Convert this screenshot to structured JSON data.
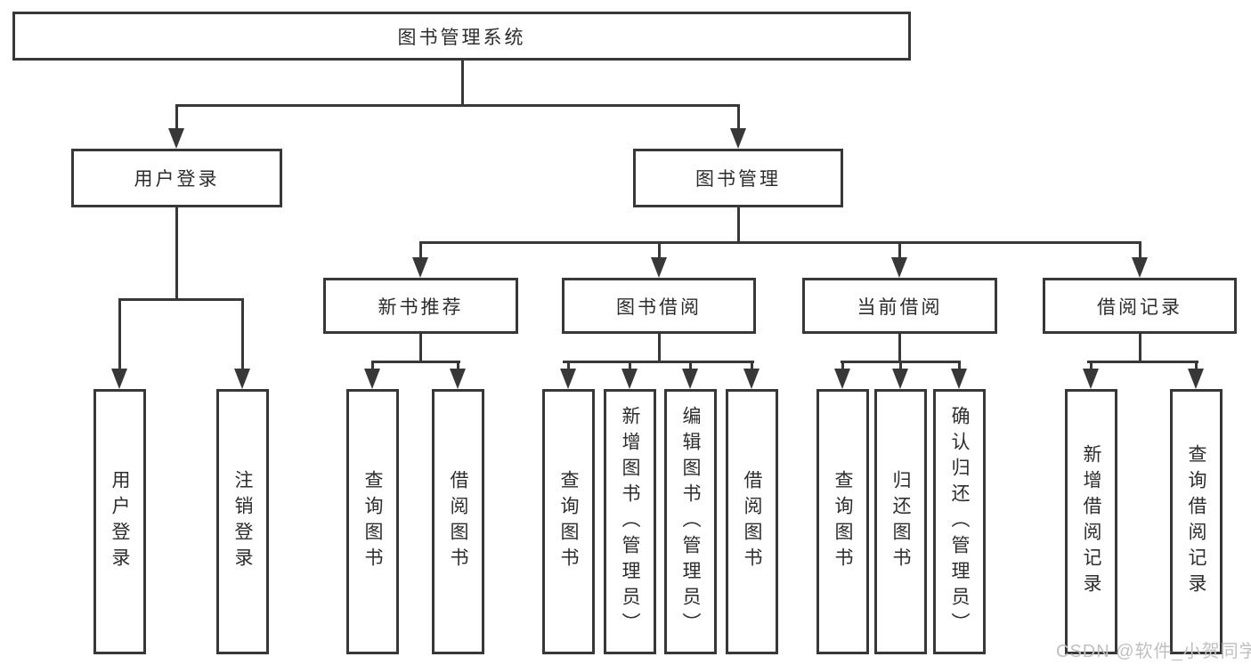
{
  "diagram": {
    "root": {
      "label": "图书管理系统"
    },
    "level2": [
      {
        "id": "user-login",
        "label": "用户登录"
      },
      {
        "id": "book-management",
        "label": "图书管理"
      }
    ],
    "level3": [
      {
        "id": "new-book-recommendation",
        "label": "新书推荐",
        "parent": "图书管理"
      },
      {
        "id": "book-borrowing",
        "label": "图书借阅",
        "parent": "图书管理"
      },
      {
        "id": "current-borrowing",
        "label": "当前借阅",
        "parent": "图书管理"
      },
      {
        "id": "borrowing-records",
        "label": "借阅记录",
        "parent": "图书管理"
      }
    ],
    "leaves": [
      {
        "label": "用户登录",
        "parent": "用户登录"
      },
      {
        "label": "注销登录",
        "parent": "用户登录"
      },
      {
        "label": "查询图书",
        "parent": "新书推荐"
      },
      {
        "label": "借阅图书",
        "parent": "新书推荐"
      },
      {
        "label": "查询图书",
        "parent": "图书借阅"
      },
      {
        "label": "新增图书（管理员）",
        "parent": "图书借阅"
      },
      {
        "label": "编辑图书（管理员）",
        "parent": "图书借阅"
      },
      {
        "label": "借阅图书",
        "parent": "图书借阅"
      },
      {
        "label": "查询图书",
        "parent": "当前借阅"
      },
      {
        "label": "归还图书",
        "parent": "当前借阅"
      },
      {
        "label": "确认归还（管理员）",
        "parent": "当前借阅"
      },
      {
        "label": "新增借阅记录",
        "parent": "借阅记录"
      },
      {
        "label": "查询借阅记录",
        "parent": "借阅记录"
      }
    ]
  },
  "watermark": {
    "text": "CSDN @软件_小贺同学"
  },
  "colors": {
    "line": "#383838",
    "text": "#2d2d2d",
    "box_background": "#ffffff",
    "page_background": "#ffffff",
    "watermark": "#c0c0c0"
  }
}
